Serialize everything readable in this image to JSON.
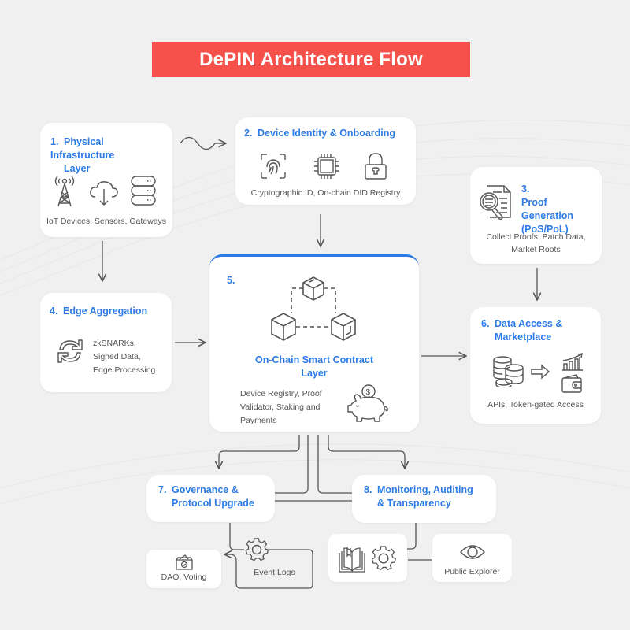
{
  "title": "DePIN Architecture Flow",
  "colors": {
    "banner": "#f5504a",
    "accent": "#2c7be5",
    "background": "#f0f0f1",
    "card": "#ffffff",
    "line": "#555555"
  },
  "nodes": [
    {
      "id": "1",
      "number": "1.",
      "title": "Physical Infrastructure Layer",
      "title_lines": [
        "Physical Infrastructure",
        "Layer"
      ],
      "description": "IoT Devices, Sensors, Gateways",
      "icons": [
        "cell-tower-icon",
        "cloud-download-icon",
        "database-icon"
      ]
    },
    {
      "id": "2",
      "number": "2.",
      "title": "Device Identity & Onboarding",
      "description": "Cryptographic ID, On-chain DID Registry",
      "icons": [
        "fingerprint-icon",
        "chip-icon",
        "lock-icon"
      ]
    },
    {
      "id": "3",
      "number": "3.",
      "title": "Proof Generation (PoS/PoL)",
      "title_lines": [
        "Proof Generation",
        "(PoS/PoL)"
      ],
      "description": "Collect Proofs, Batch Data, Market Roots",
      "description_lines": [
        "Collect Proofs, Batch Data,",
        "Market Roots"
      ],
      "icons": [
        "document-search-icon"
      ]
    },
    {
      "id": "4",
      "number": "4.",
      "title": "Edge Aggregation",
      "description": "zkSNARKs, Signed Data, Edge Processing",
      "description_lines": [
        "zkSNARKs,",
        "Signed Data,",
        "Edge Processing"
      ],
      "icons": [
        "sync-icon"
      ]
    },
    {
      "id": "5",
      "number": "5.",
      "title": "On-Chain Smart Contract Layer",
      "title_lines": [
        "On-Chain Smart Contract",
        "Layer"
      ],
      "description": "Device Registry, Proof Validator, Staking and Payments",
      "description_lines": [
        "Device Registry, Proof",
        "Validator, Staking and",
        "Payments"
      ],
      "icons": [
        "blockchain-cubes-icon",
        "piggy-bank-icon"
      ]
    },
    {
      "id": "6",
      "number": "6.",
      "title": "Data Access & Marketplace",
      "title_lines": [
        "Data Access &",
        "Marketplace"
      ],
      "description": "APIs, Token-gated Access",
      "icons": [
        "data-stack-icon",
        "arrow-right-icon",
        "chart-growth-icon",
        "wallet-icon"
      ]
    },
    {
      "id": "7",
      "number": "7.",
      "title": "Governance & Protocol Upgrade",
      "title_lines": [
        "Governance &",
        "Protocol Upgrade"
      ],
      "icons": []
    },
    {
      "id": "8",
      "number": "8.",
      "title": "Monitoring, Auditing & Transparency",
      "title_lines": [
        "Monitoring, Auditing",
        "& Transparency"
      ],
      "icons": []
    }
  ],
  "sub_nodes": [
    {
      "id": "dao",
      "label": "DAO, Voting",
      "icon": "ballot-box-icon"
    },
    {
      "id": "event-logs",
      "label": "Event Logs",
      "icon": "gear-icon"
    },
    {
      "id": "audit-tools",
      "label": "",
      "icons": [
        "book-icon",
        "gear-icon"
      ]
    },
    {
      "id": "public-explorer",
      "label": "Public Explorer",
      "icon": "eye-icon"
    }
  ],
  "edges": [
    {
      "from": "1",
      "to": "2",
      "style": "wavy"
    },
    {
      "from": "1",
      "to": "4"
    },
    {
      "from": "2",
      "to": "5"
    },
    {
      "from": "4",
      "to": "5"
    },
    {
      "from": "3",
      "to": "6"
    },
    {
      "from": "5",
      "to": "6"
    },
    {
      "from": "5",
      "to": "7"
    },
    {
      "from": "5",
      "to": "8"
    },
    {
      "from": "7",
      "to": "event-logs"
    },
    {
      "from": "event-logs",
      "to": "dao"
    },
    {
      "from": "8",
      "to": "audit-tools"
    },
    {
      "from": "audit-tools",
      "to": "public-explorer"
    }
  ]
}
